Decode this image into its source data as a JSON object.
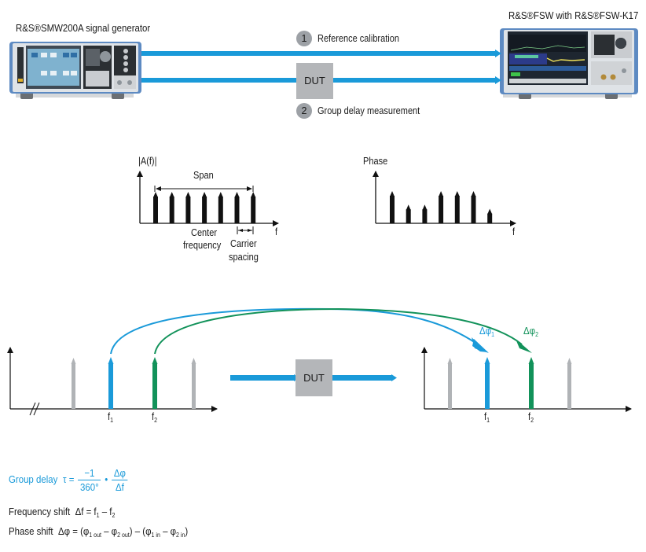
{
  "setup": {
    "generator_label": "R&S®SMW200A signal generator",
    "analyzer_label": "R&S®FSW with R&S®FSW-K17",
    "path1": {
      "badge": "1",
      "label": "Reference calibration"
    },
    "path2": {
      "badge": "2",
      "label": "Group delay measurement"
    },
    "dut_label": "DUT"
  },
  "amplitude_plot": {
    "y_label": "|A(f)|",
    "x_label": "f",
    "span_label": "Span",
    "center_label_line1": "Center",
    "center_label_line2": "frequency",
    "spacing_label_line1": "Carrier",
    "spacing_label_line2": "spacing",
    "carrier_count": 7,
    "relative_amplitudes": [
      1,
      1,
      1,
      1,
      1,
      1,
      1
    ]
  },
  "phase_plot": {
    "y_label": "Phase",
    "x_label": "f",
    "relative_phases": [
      1.0,
      0.58,
      0.58,
      1.0,
      1.0,
      1.0,
      0.45
    ]
  },
  "transfer": {
    "dut_label": "DUT",
    "input": {
      "f1_label": "f",
      "f1_sub": "1",
      "f2_label": "f",
      "f2_sub": "2"
    },
    "output": {
      "f1_label": "f",
      "f1_sub": "1",
      "f2_label": "f",
      "f2_sub": "2",
      "dphi1_label": "Δφ",
      "dphi1_sub": "1",
      "dphi2_label": "Δφ",
      "dphi2_sub": "2"
    },
    "axis_break": "//"
  },
  "formulas": {
    "group_delay_label": "Group delay",
    "tau": "τ =",
    "frac1_num": "−1",
    "frac1_den": "360°",
    "dot": "•",
    "frac2_num": "Δφ",
    "frac2_den": "Δf",
    "freq_shift_label": "Frequency shift",
    "freq_shift_expr_a": "Δf = f",
    "freq_shift_sub1": "1",
    "freq_shift_expr_b": " – f",
    "freq_shift_sub2": "2",
    "phase_shift_label": "Phase shift",
    "phase_shift_a": "Δφ = (φ",
    "phase_shift_s1": "1 out",
    "phase_shift_b": " – φ",
    "phase_shift_s2": "2 out",
    "phase_shift_c": ") – (φ",
    "phase_shift_s3": "1 in",
    "phase_shift_d": " – φ",
    "phase_shift_s4": "2 in",
    "phase_shift_e": ")"
  },
  "colors": {
    "signal_blue": "#1a9ad9",
    "f2_green": "#12925a",
    "carrier_gray": "#b0b3b6",
    "dut_gray": "#b4b6b9",
    "badge_gray": "#9da1a6"
  }
}
